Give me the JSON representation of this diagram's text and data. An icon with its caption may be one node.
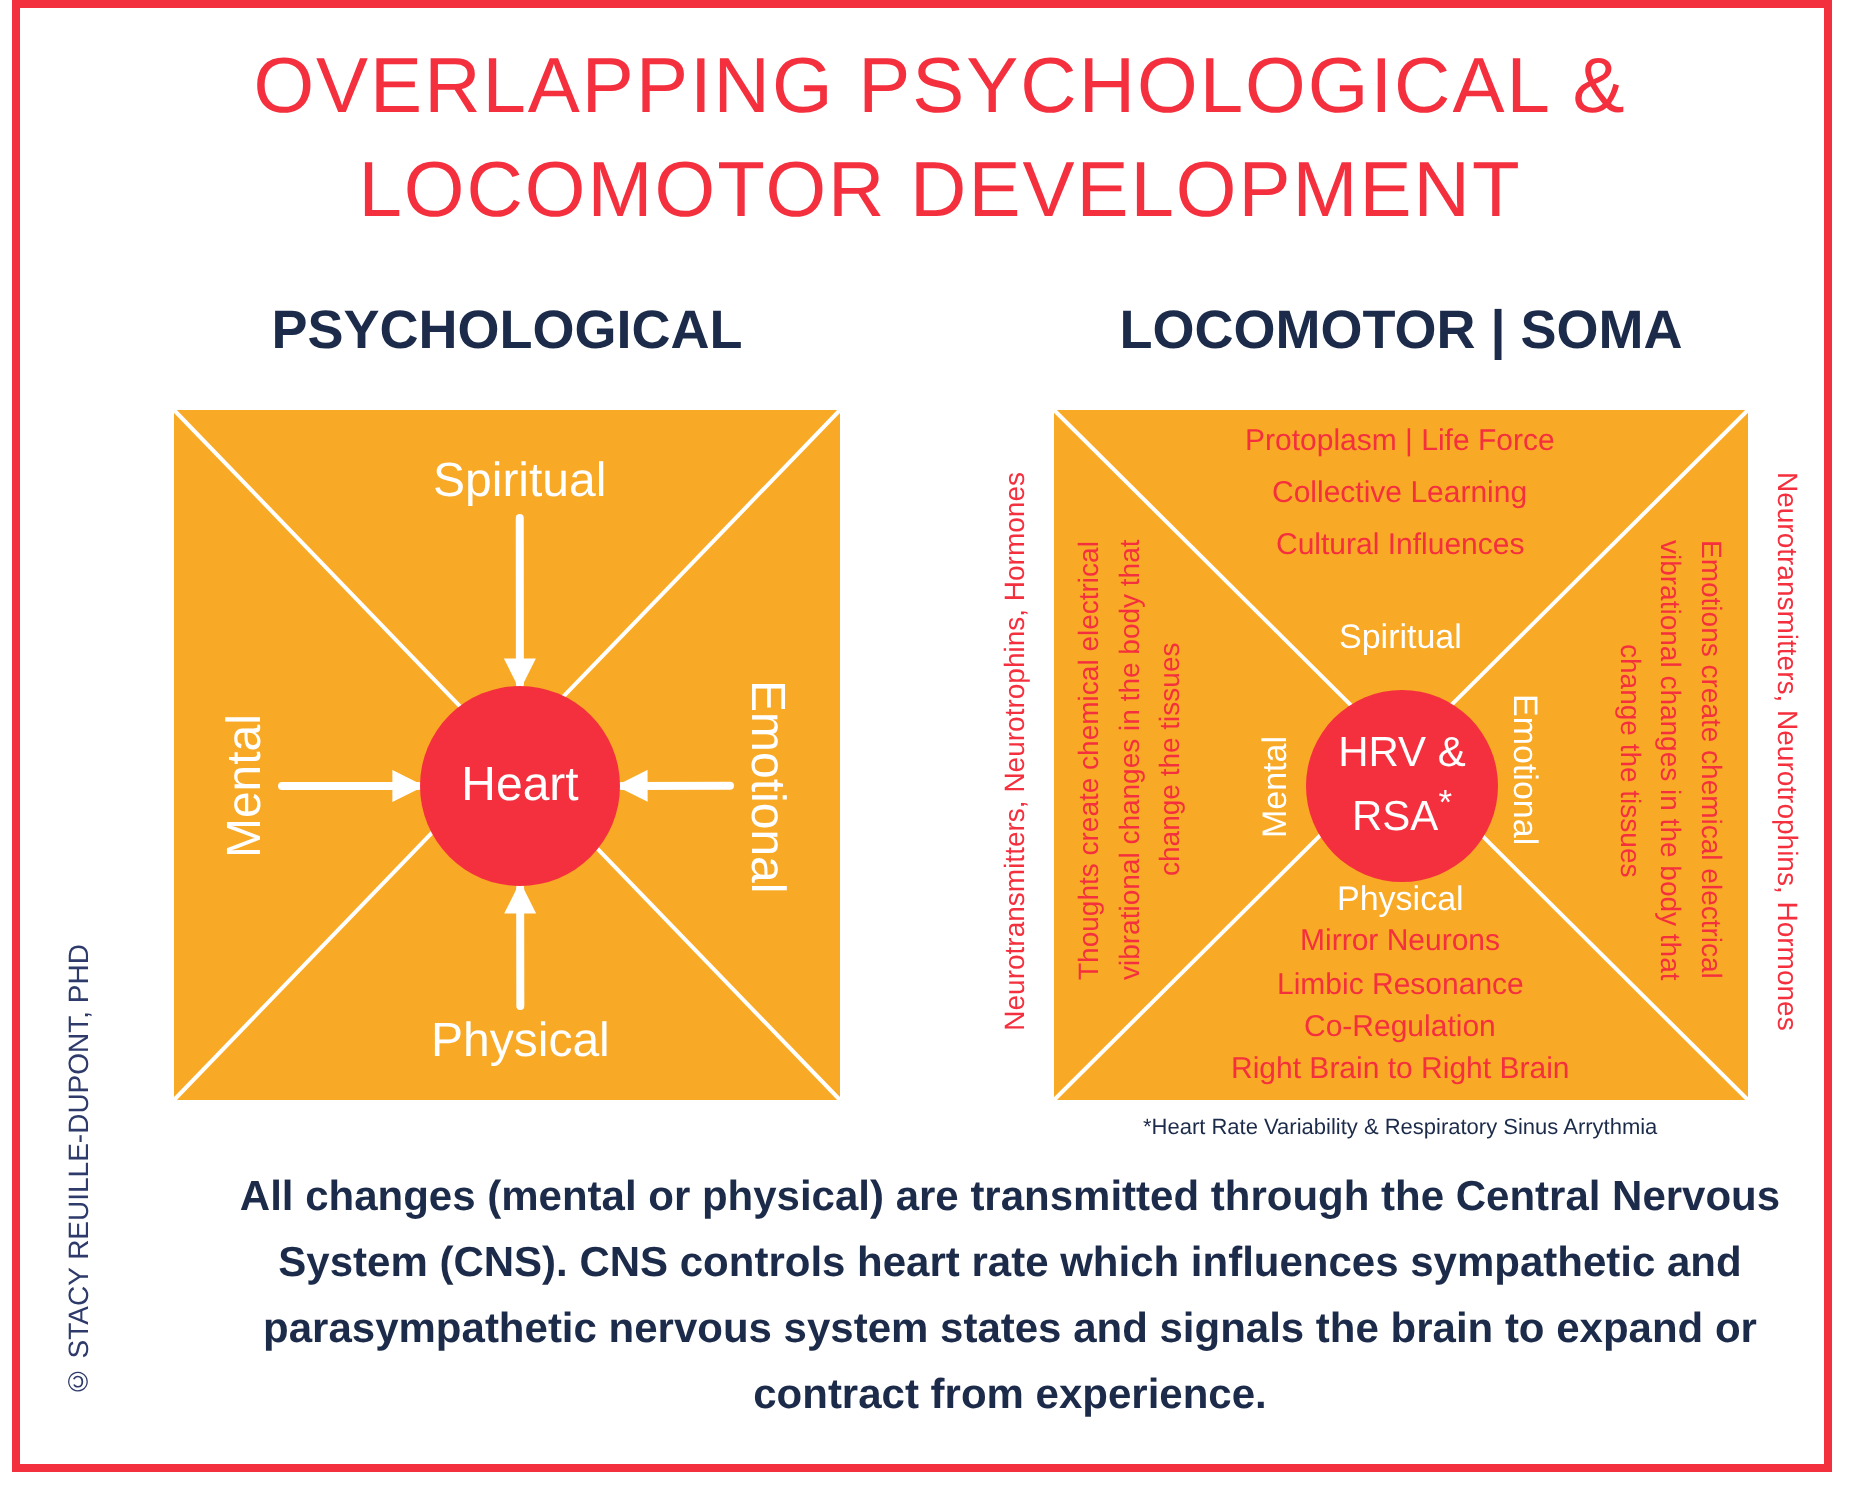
{
  "diagram": {
    "title": "OVERLAPPING PSYCHOLOGICAL & LOCOMOTOR DEVELOPMENT",
    "nodes": [
      {
        "text": [
          "PSYCHOLOGICAL"
        ]
      },
      {
        "text": [
          "Heart"
        ],
        "in": 0
      },
      {
        "text": [
          "Spiritual"
        ],
        "in": 0
      },
      {
        "text": [
          "Mental"
        ],
        "in": 0
      },
      {
        "text": [
          "Emotional"
        ],
        "in": 0
      },
      {
        "text": [
          "Physical"
        ],
        "in": 0
      },
      {
        "text": [
          "LOCOMOTOR | SOMA"
        ]
      },
      {
        "text": [
          "HRV & RSA$^{*}$"
        ],
        "in": 6
      }
    ],
    "edges": [
      {
        "from": 2,
        "to": 1,
        "arrow": "to"
      },
      {
        "from": 3,
        "to": 1,
        "arrow": "to"
      },
      {
        "from": 4,
        "to": 1,
        "arrow": "to"
      },
      {
        "from": 5,
        "to": 1,
        "arrow": "to"
      }
    ],
    "labels": [
      "Protoplasm | Life Force",
      "Collective Learning",
      "Cultural Influences",
      "Thoughts create chemical electrical vibrational changes in the body that change the tissues",
      "Spiritual",
      "Mental",
      "Emotional",
      "Physical",
      "Mirror Neurons",
      "Limbic Resonance",
      "Co-Regulation",
      "Right Brain to Right Brain",
      "Emotions create chemical electrical vibrational changes in the body that change the tissues",
      "Neurotransmitters, Neurotrophins, Hormones",
      "Neurotransmitters, Neurotrophins, Hormones",
      "*Heart Rate Variability & Respiratory Sinus Arrythmia",
      "All changes (mental or physical) are transmitted through the Central Nervous System (CNS). CNS controls heart rate which influences sympathetic and parasympathetic nervous system states and signals the brain to expand or contract from experience.",
      "© STACY REUILLE-DUPONT, PHD"
    ]
  }
}
